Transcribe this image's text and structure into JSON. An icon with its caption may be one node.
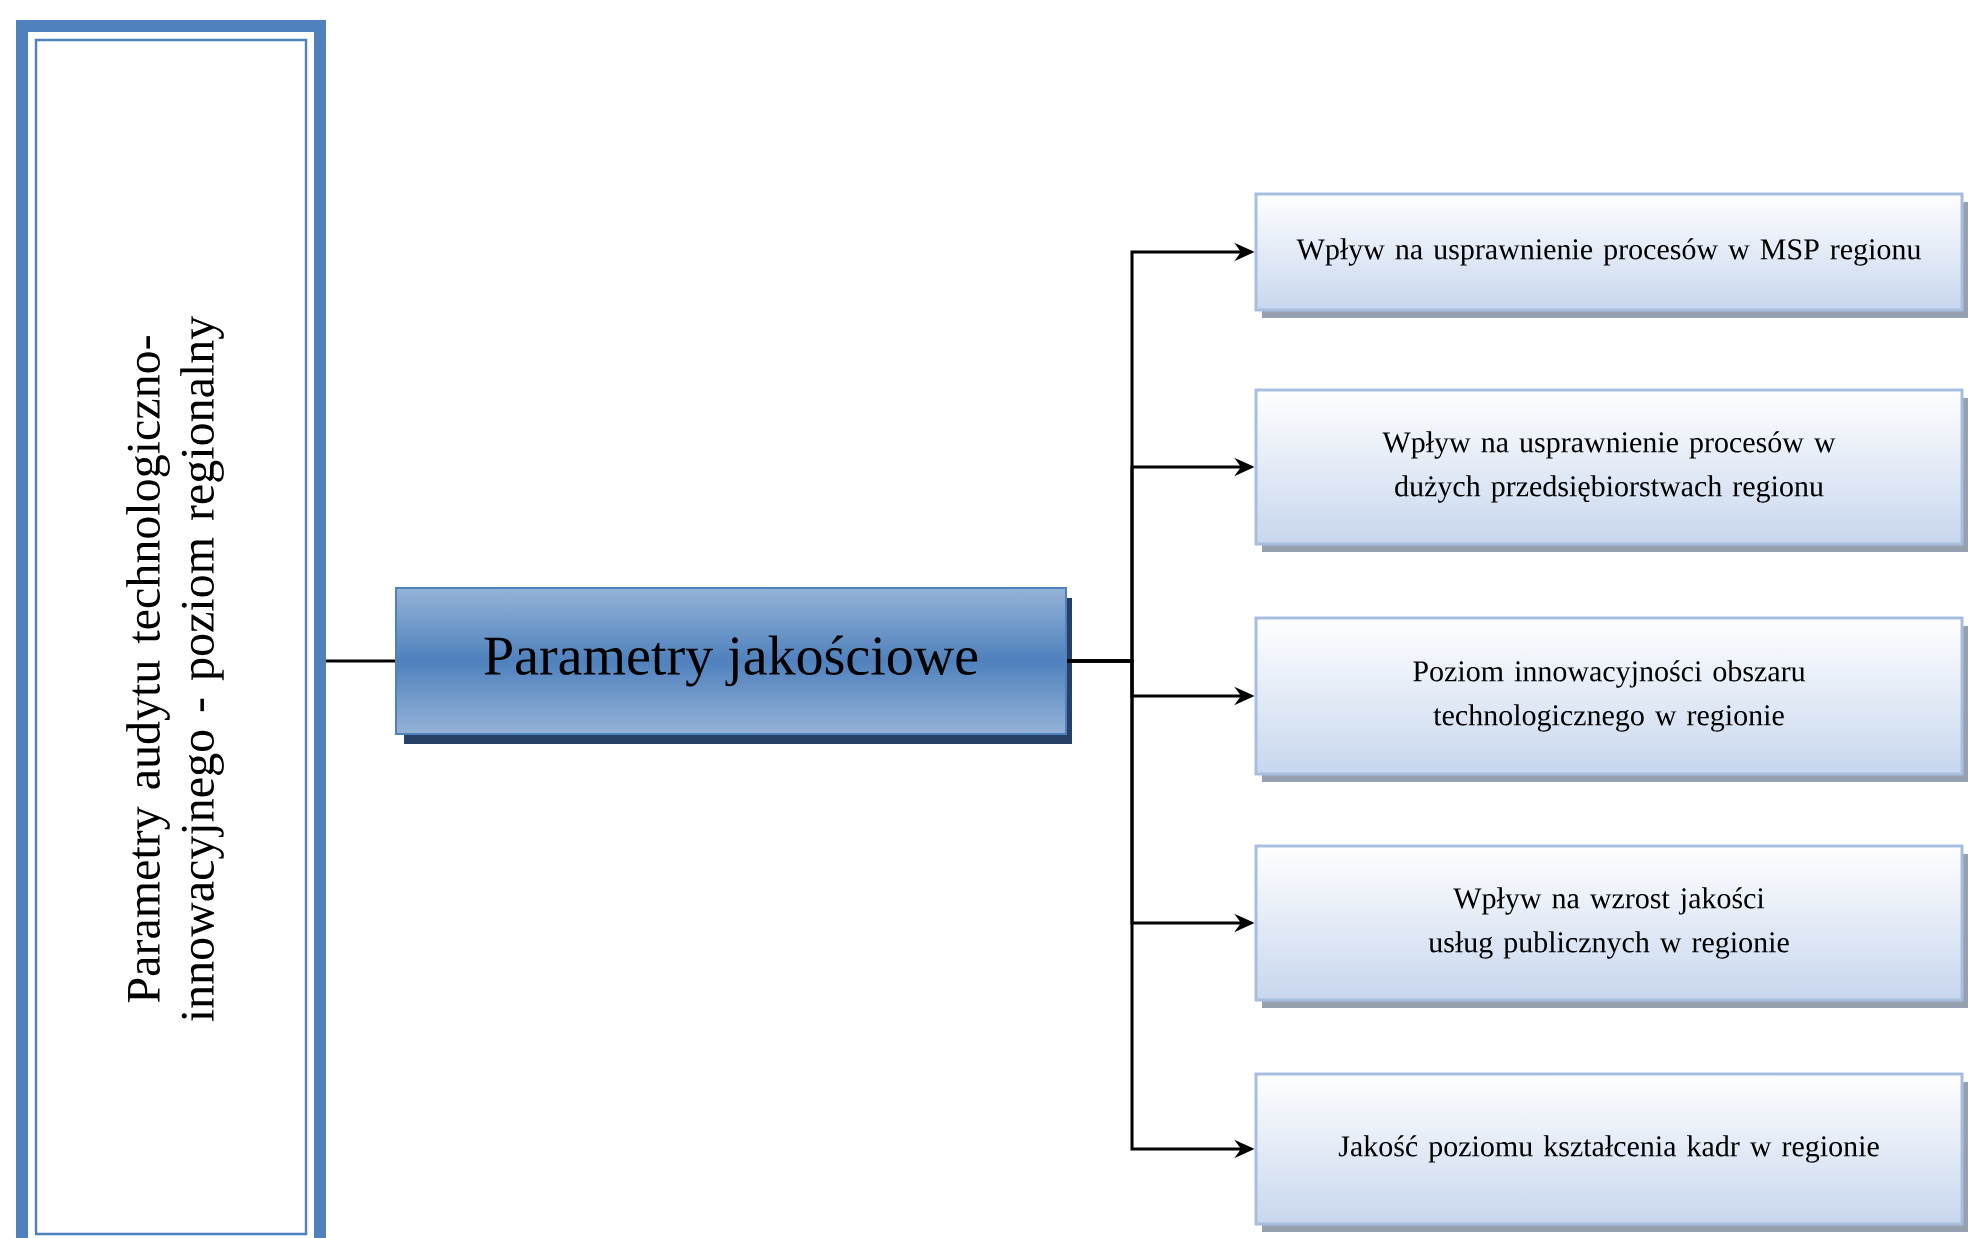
{
  "diagram": {
    "nodes": [
      {
        "text": [
          "Parametry audytu technologiczno-innowacyjnego - poziom regionalny"
        ]
      },
      {
        "text": [
          "Parametry jakościowe"
        ]
      },
      {
        "text": [
          "Wpływ na usprawnienie procesów w MSP regionu"
        ]
      },
      {
        "text": [
          "Wpływ na usprawnienie procesów w dużych przedsiębiorstwach regionu"
        ]
      },
      {
        "text": [
          "Poziom innowacyjności obszaru technologicznego w regionie"
        ]
      },
      {
        "text": [
          "Wpływ na wzrost jakości usług publicznych w regionie"
        ]
      },
      {
        "text": [
          "Jakość poziomu kształcenia kadr w regionie"
        ]
      }
    ],
    "edges": [
      {
        "from": 0,
        "to": 1,
        "arrow": "none"
      },
      {
        "from": 1,
        "to": 2,
        "arrow": "to"
      },
      {
        "from": 1,
        "to": 3,
        "arrow": "to"
      },
      {
        "from": 1,
        "to": 4,
        "arrow": "to"
      },
      {
        "from": 1,
        "to": 5,
        "arrow": "to"
      },
      {
        "from": 1,
        "to": 6,
        "arrow": "to"
      }
    ]
  }
}
